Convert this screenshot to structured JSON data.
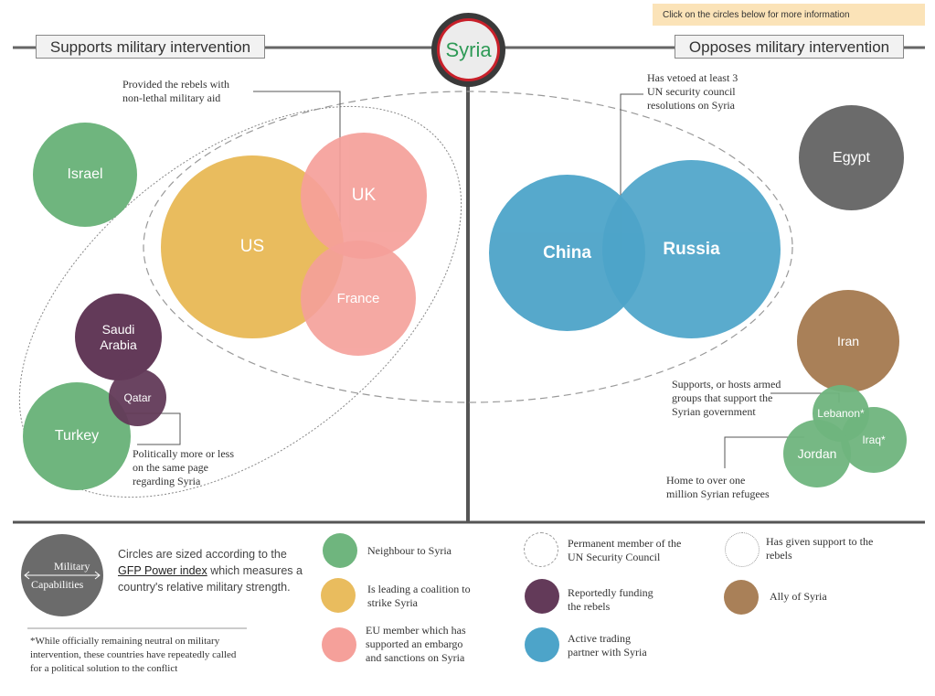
{
  "notice": "Click on the circles below for more information",
  "supports_label": "Supports military intervention",
  "opposes_label": "Opposes military intervention",
  "center_title": "Syria",
  "colors": {
    "neighbour": "#6fb57e",
    "coalition": "#e9bc5e",
    "eu": "#f5a09a",
    "funding": "#633a59",
    "trading": "#4da4c9",
    "ally": "#a98058",
    "neutral": "#6b6b6b"
  },
  "countries": {
    "israel": "Israel",
    "us": "US",
    "uk": "UK",
    "france": "France",
    "saudi": "Saudi\nArabia",
    "qatar": "Qatar",
    "turkey": "Turkey",
    "china": "China",
    "russia": "Russia",
    "egypt": "Egypt",
    "iran": "Iran",
    "lebanon": "Lebanon*",
    "iraq": "Iraq*",
    "jordan": "Jordan"
  },
  "annotations": {
    "rebels_aid": "Provided the rebels with\nnon-lethal military aid",
    "vetoed": "Has vetoed at least 3\nUN security council\nresolutions on Syria",
    "politically": "Politically more or less\non the same page\nregarding Syria",
    "hosts_armed": "Supports, or hosts armed\ngroups that support the\nSyrian government",
    "refugees": "Home to over one\nmillion Syrian refugees"
  },
  "legend": {
    "capabilities_circle_line1": "Military",
    "capabilities_circle_line2": "Capabilities",
    "sizing_text_before": "Circles are sized according to the",
    "sizing_link": "GFP Power index",
    "sizing_text_after": "which measures a country's relative military strength.",
    "footnote": "*While officially remaining neutral on military intervention, these countries have repeatedly called for a political solution to the conflict",
    "items": [
      {
        "label": "Neighbour to Syria"
      },
      {
        "label": "Is leading a coalition to\nstrike Syria"
      },
      {
        "label": "EU member which has\nsupported an embargo\nand sanctions on Syria"
      },
      {
        "label": "Permanent member of the\nUN Security Council"
      },
      {
        "label": "Reportedly funding\nthe rebels"
      },
      {
        "label": "Active trading\npartner with Syria"
      },
      {
        "label": "Has given support to the\nrebels"
      },
      {
        "label": "Ally of Syria"
      }
    ]
  }
}
